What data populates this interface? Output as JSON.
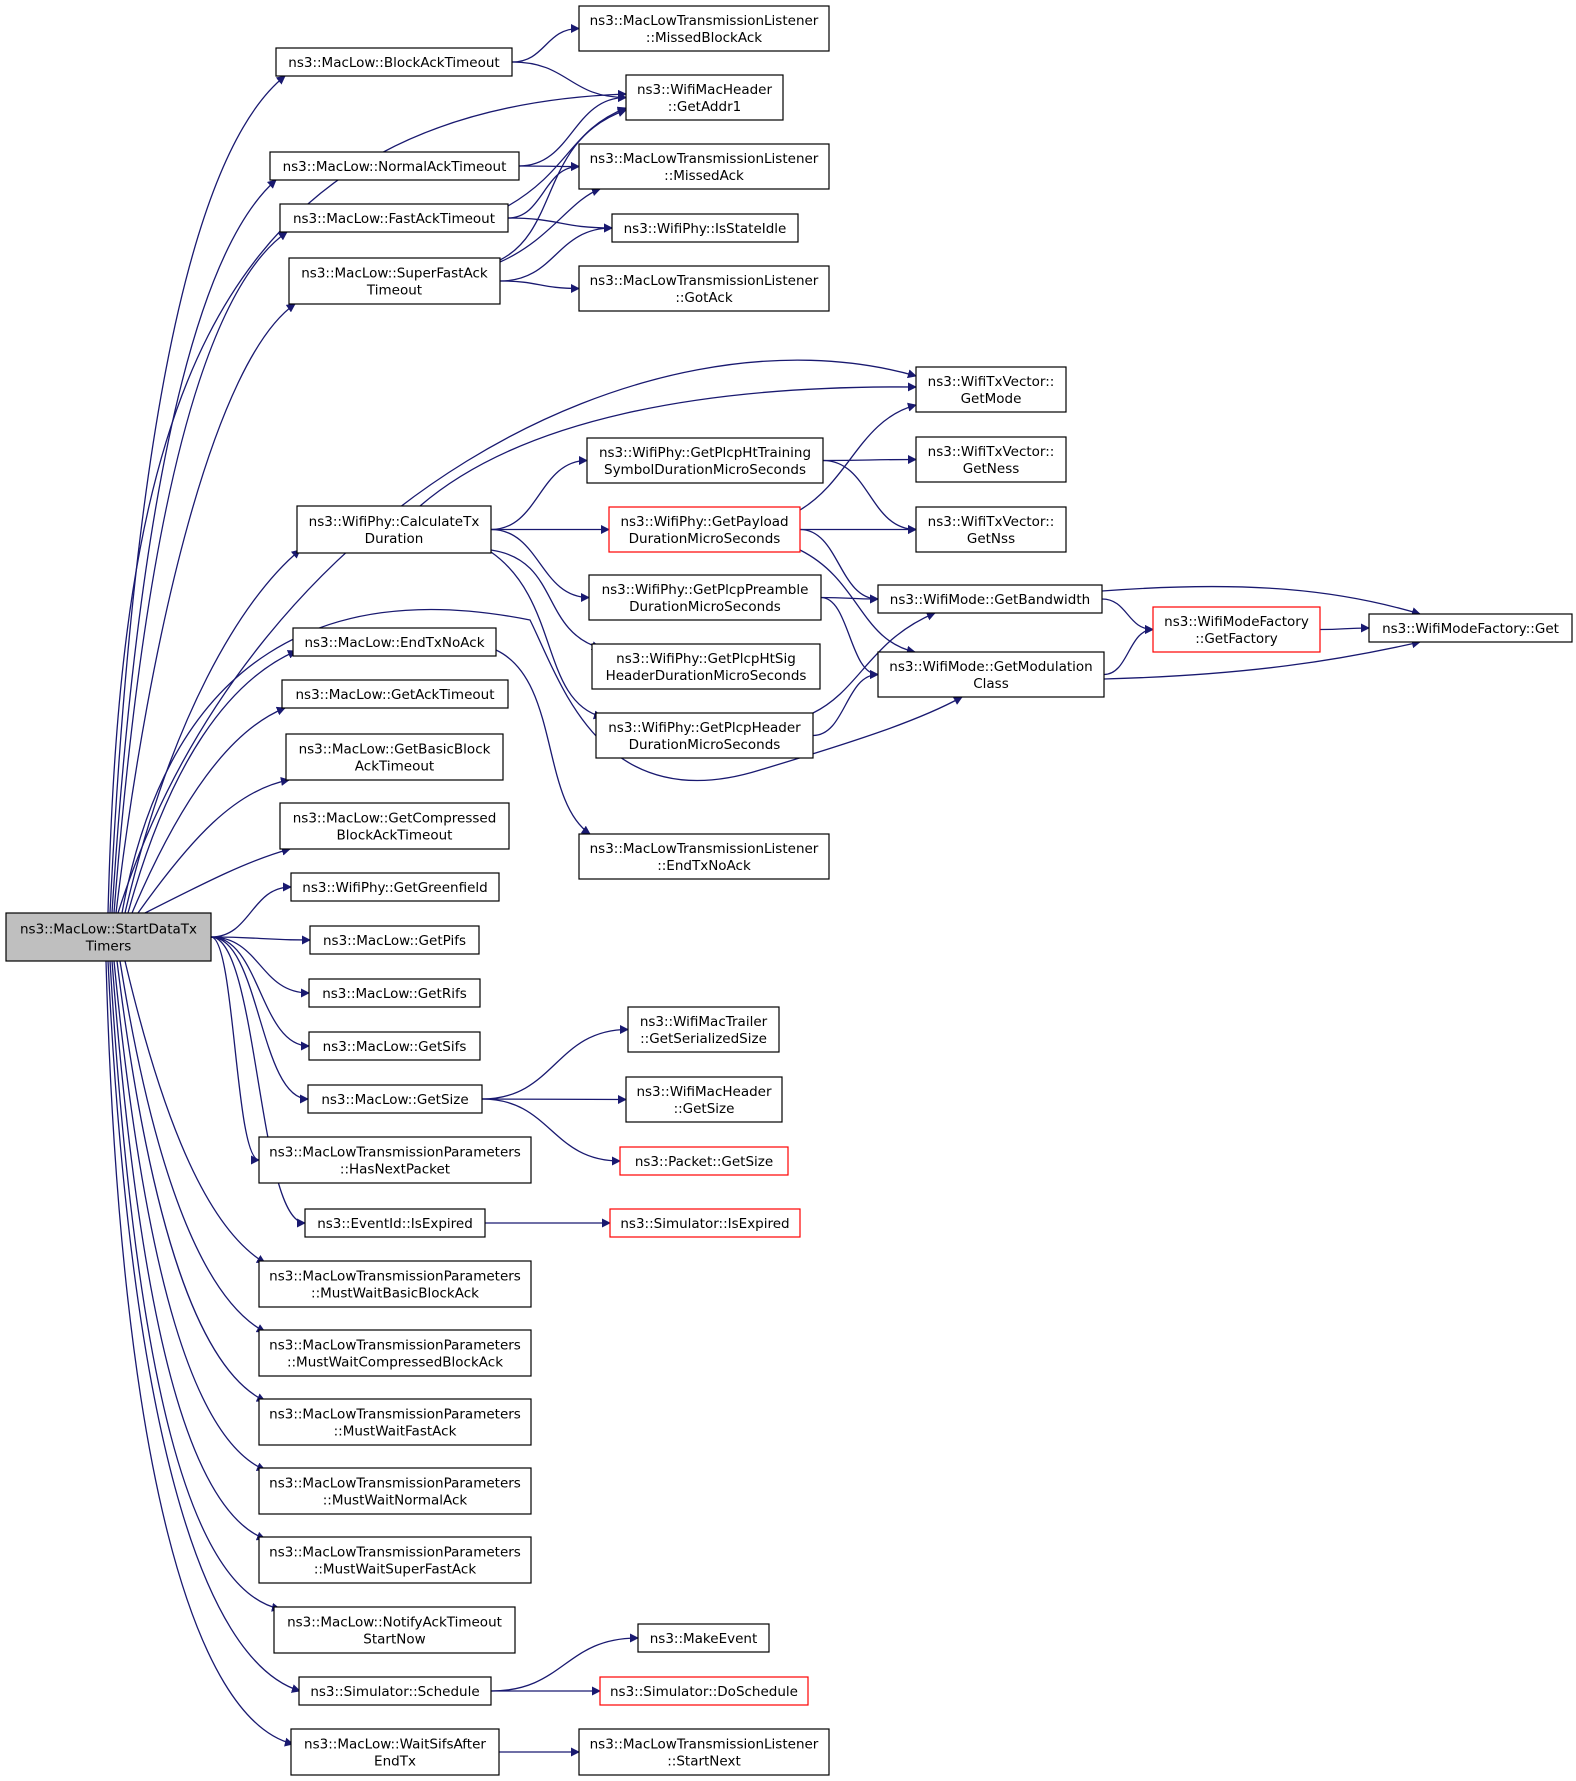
{
  "colors": {
    "edge": "#191970",
    "node_border": "#000000",
    "node_border_truncated": "#ff0000",
    "root_fill": "#bfbfbf",
    "node_fill": "#ffffff"
  },
  "nodes": [
    {
      "id": "root",
      "lines": [
        "ns3::MacLow::StartDataTx",
        "Timers"
      ],
      "style": "root"
    },
    {
      "id": "blockAckTimeout",
      "lines": [
        "ns3::MacLow::BlockAckTimeout"
      ],
      "style": "normal"
    },
    {
      "id": "normalAckTimeout",
      "lines": [
        "ns3::MacLow::NormalAckTimeout"
      ],
      "style": "normal"
    },
    {
      "id": "fastAckTimeout",
      "lines": [
        "ns3::MacLow::FastAckTimeout"
      ],
      "style": "normal"
    },
    {
      "id": "superFastAckTimeout",
      "lines": [
        "ns3::MacLow::SuperFastAck",
        "Timeout"
      ],
      "style": "normal"
    },
    {
      "id": "calcTxDuration",
      "lines": [
        "ns3::WifiPhy::CalculateTx",
        "Duration"
      ],
      "style": "normal"
    },
    {
      "id": "endTxNoAck",
      "lines": [
        "ns3::MacLow::EndTxNoAck"
      ],
      "style": "normal"
    },
    {
      "id": "getAckTimeout",
      "lines": [
        "ns3::MacLow::GetAckTimeout"
      ],
      "style": "normal"
    },
    {
      "id": "getBasicBlockAckTimeout",
      "lines": [
        "ns3::MacLow::GetBasicBlock",
        "AckTimeout"
      ],
      "style": "normal"
    },
    {
      "id": "getCompressedBlockAckTimeout",
      "lines": [
        "ns3::MacLow::GetCompressed",
        "BlockAckTimeout"
      ],
      "style": "normal"
    },
    {
      "id": "getGreenfield",
      "lines": [
        "ns3::WifiPhy::GetGreenfield"
      ],
      "style": "normal"
    },
    {
      "id": "getPifs",
      "lines": [
        "ns3::MacLow::GetPifs"
      ],
      "style": "normal"
    },
    {
      "id": "getRifs",
      "lines": [
        "ns3::MacLow::GetRifs"
      ],
      "style": "normal"
    },
    {
      "id": "getSifs",
      "lines": [
        "ns3::MacLow::GetSifs"
      ],
      "style": "normal"
    },
    {
      "id": "getSize",
      "lines": [
        "ns3::MacLow::GetSize"
      ],
      "style": "normal"
    },
    {
      "id": "hasNextPacket",
      "lines": [
        "ns3::MacLowTransmissionParameters",
        "::HasNextPacket"
      ],
      "style": "normal"
    },
    {
      "id": "isExpired",
      "lines": [
        "ns3::EventId::IsExpired"
      ],
      "style": "normal"
    },
    {
      "id": "mustWaitBasicBlockAck",
      "lines": [
        "ns3::MacLowTransmissionParameters",
        "::MustWaitBasicBlockAck"
      ],
      "style": "normal"
    },
    {
      "id": "mustWaitCompressedBlockAck",
      "lines": [
        "ns3::MacLowTransmissionParameters",
        "::MustWaitCompressedBlockAck"
      ],
      "style": "normal"
    },
    {
      "id": "mustWaitFastAck",
      "lines": [
        "ns3::MacLowTransmissionParameters",
        "::MustWaitFastAck"
      ],
      "style": "normal"
    },
    {
      "id": "mustWaitNormalAck",
      "lines": [
        "ns3::MacLowTransmissionParameters",
        "::MustWaitNormalAck"
      ],
      "style": "normal"
    },
    {
      "id": "mustWaitSuperFastAck",
      "lines": [
        "ns3::MacLowTransmissionParameters",
        "::MustWaitSuperFastAck"
      ],
      "style": "normal"
    },
    {
      "id": "notifyAckTimeoutStartNow",
      "lines": [
        "ns3::MacLow::NotifyAckTimeout",
        "StartNow"
      ],
      "style": "normal"
    },
    {
      "id": "schedule",
      "lines": [
        "ns3::Simulator::Schedule"
      ],
      "style": "normal"
    },
    {
      "id": "waitSifsAfterEndTx",
      "lines": [
        "ns3::MacLow::WaitSifsAfter",
        "EndTx"
      ],
      "style": "normal"
    },
    {
      "id": "missedBlockAck",
      "lines": [
        "ns3::MacLowTransmissionListener",
        "::MissedBlockAck"
      ],
      "style": "normal"
    },
    {
      "id": "getAddr1",
      "lines": [
        "ns3::WifiMacHeader",
        "::GetAddr1"
      ],
      "style": "normal"
    },
    {
      "id": "missedAck",
      "lines": [
        "ns3::MacLowTransmissionListener",
        "::MissedAck"
      ],
      "style": "normal"
    },
    {
      "id": "isStateIdle",
      "lines": [
        "ns3::WifiPhy::IsStateIdle"
      ],
      "style": "normal"
    },
    {
      "id": "gotAck",
      "lines": [
        "ns3::MacLowTransmissionListener",
        "::GotAck"
      ],
      "style": "normal"
    },
    {
      "id": "htTraining",
      "lines": [
        "ns3::WifiPhy::GetPlcpHtTraining",
        "SymbolDurationMicroSeconds"
      ],
      "style": "normal"
    },
    {
      "id": "payloadDuration",
      "lines": [
        "ns3::WifiPhy::GetPayload",
        "DurationMicroSeconds"
      ],
      "style": "truncated"
    },
    {
      "id": "preambleDuration",
      "lines": [
        "ns3::WifiPhy::GetPlcpPreamble",
        "DurationMicroSeconds"
      ],
      "style": "normal"
    },
    {
      "id": "htSigHeader",
      "lines": [
        "ns3::WifiPhy::GetPlcpHtSig",
        "HeaderDurationMicroSeconds"
      ],
      "style": "normal"
    },
    {
      "id": "plcpHeader",
      "lines": [
        "ns3::WifiPhy::GetPlcpHeader",
        "DurationMicroSeconds"
      ],
      "style": "normal"
    },
    {
      "id": "listenerEndTxNoAck",
      "lines": [
        "ns3::MacLowTransmissionListener",
        "::EndTxNoAck"
      ],
      "style": "normal"
    },
    {
      "id": "getSerializedSize",
      "lines": [
        "ns3::WifiMacTrailer",
        "::GetSerializedSize"
      ],
      "style": "normal"
    },
    {
      "id": "headerGetSize",
      "lines": [
        "ns3::WifiMacHeader",
        "::GetSize"
      ],
      "style": "normal"
    },
    {
      "id": "packetGetSize",
      "lines": [
        "ns3::Packet::GetSize"
      ],
      "style": "truncated"
    },
    {
      "id": "simIsExpired",
      "lines": [
        "ns3::Simulator::IsExpired"
      ],
      "style": "truncated"
    },
    {
      "id": "makeEvent",
      "lines": [
        "ns3::MakeEvent"
      ],
      "style": "normal"
    },
    {
      "id": "doSchedule",
      "lines": [
        "ns3::Simulator::DoSchedule"
      ],
      "style": "truncated"
    },
    {
      "id": "startNext",
      "lines": [
        "ns3::MacLowTransmissionListener",
        "::StartNext"
      ],
      "style": "normal"
    },
    {
      "id": "txGetMode",
      "lines": [
        "ns3::WifiTxVector::",
        "GetMode"
      ],
      "style": "normal"
    },
    {
      "id": "txGetNess",
      "lines": [
        "ns3::WifiTxVector::",
        "GetNess"
      ],
      "style": "normal"
    },
    {
      "id": "txGetNss",
      "lines": [
        "ns3::WifiTxVector::",
        "GetNss"
      ],
      "style": "normal"
    },
    {
      "id": "getBandwidth",
      "lines": [
        "ns3::WifiMode::GetBandwidth"
      ],
      "style": "normal"
    },
    {
      "id": "getModulationClass",
      "lines": [
        "ns3::WifiMode::GetModulation",
        "Class"
      ],
      "style": "normal"
    },
    {
      "id": "getFactory",
      "lines": [
        "ns3::WifiModeFactory",
        "::GetFactory"
      ],
      "style": "truncated"
    },
    {
      "id": "factoryGet",
      "lines": [
        "ns3::WifiModeFactory::Get"
      ],
      "style": "normal"
    }
  ],
  "edges": [
    [
      "root",
      "blockAckTimeout"
    ],
    [
      "root",
      "getAddr1"
    ],
    [
      "root",
      "normalAckTimeout"
    ],
    [
      "root",
      "fastAckTimeout"
    ],
    [
      "root",
      "superFastAckTimeout"
    ],
    [
      "root",
      "txGetMode"
    ],
    [
      "root",
      "calcTxDuration"
    ],
    [
      "root",
      "getModulationClass"
    ],
    [
      "root",
      "endTxNoAck"
    ],
    [
      "root",
      "getAckTimeout"
    ],
    [
      "root",
      "getBasicBlockAckTimeout"
    ],
    [
      "root",
      "getCompressedBlockAckTimeout"
    ],
    [
      "root",
      "getGreenfield"
    ],
    [
      "root",
      "getPifs"
    ],
    [
      "root",
      "getRifs"
    ],
    [
      "root",
      "getSifs"
    ],
    [
      "root",
      "getSize"
    ],
    [
      "root",
      "hasNextPacket"
    ],
    [
      "root",
      "isExpired"
    ],
    [
      "root",
      "mustWaitBasicBlockAck"
    ],
    [
      "root",
      "mustWaitCompressedBlockAck"
    ],
    [
      "root",
      "mustWaitFastAck"
    ],
    [
      "root",
      "mustWaitNormalAck"
    ],
    [
      "root",
      "mustWaitSuperFastAck"
    ],
    [
      "root",
      "notifyAckTimeoutStartNow"
    ],
    [
      "root",
      "schedule"
    ],
    [
      "root",
      "waitSifsAfterEndTx"
    ],
    [
      "blockAckTimeout",
      "missedBlockAck"
    ],
    [
      "blockAckTimeout",
      "getAddr1"
    ],
    [
      "normalAckTimeout",
      "getAddr1"
    ],
    [
      "normalAckTimeout",
      "missedAck"
    ],
    [
      "fastAckTimeout",
      "getAddr1"
    ],
    [
      "fastAckTimeout",
      "missedAck"
    ],
    [
      "fastAckTimeout",
      "isStateIdle"
    ],
    [
      "superFastAckTimeout",
      "getAddr1"
    ],
    [
      "superFastAckTimeout",
      "missedAck"
    ],
    [
      "superFastAckTimeout",
      "isStateIdle"
    ],
    [
      "superFastAckTimeout",
      "gotAck"
    ],
    [
      "calcTxDuration",
      "txGetMode"
    ],
    [
      "calcTxDuration",
      "htTraining"
    ],
    [
      "calcTxDuration",
      "payloadDuration"
    ],
    [
      "calcTxDuration",
      "preambleDuration"
    ],
    [
      "calcTxDuration",
      "htSigHeader"
    ],
    [
      "calcTxDuration",
      "plcpHeader"
    ],
    [
      "htTraining",
      "txGetNess"
    ],
    [
      "htTraining",
      "txGetNss"
    ],
    [
      "payloadDuration",
      "txGetMode"
    ],
    [
      "payloadDuration",
      "txGetNss"
    ],
    [
      "payloadDuration",
      "getBandwidth"
    ],
    [
      "payloadDuration",
      "getModulationClass"
    ],
    [
      "preambleDuration",
      "getBandwidth"
    ],
    [
      "preambleDuration",
      "getModulationClass"
    ],
    [
      "plcpHeader",
      "getBandwidth"
    ],
    [
      "plcpHeader",
      "getModulationClass"
    ],
    [
      "getBandwidth",
      "getFactory"
    ],
    [
      "getBandwidth",
      "factoryGet"
    ],
    [
      "getModulationClass",
      "getFactory"
    ],
    [
      "getModulationClass",
      "factoryGet"
    ],
    [
      "getFactory",
      "factoryGet"
    ],
    [
      "endTxNoAck",
      "listenerEndTxNoAck"
    ],
    [
      "getSize",
      "getSerializedSize"
    ],
    [
      "getSize",
      "headerGetSize"
    ],
    [
      "getSize",
      "packetGetSize"
    ],
    [
      "isExpired",
      "simIsExpired"
    ],
    [
      "schedule",
      "makeEvent"
    ],
    [
      "schedule",
      "doSchedule"
    ],
    [
      "waitSifsAfterEndTx",
      "startNext"
    ]
  ]
}
